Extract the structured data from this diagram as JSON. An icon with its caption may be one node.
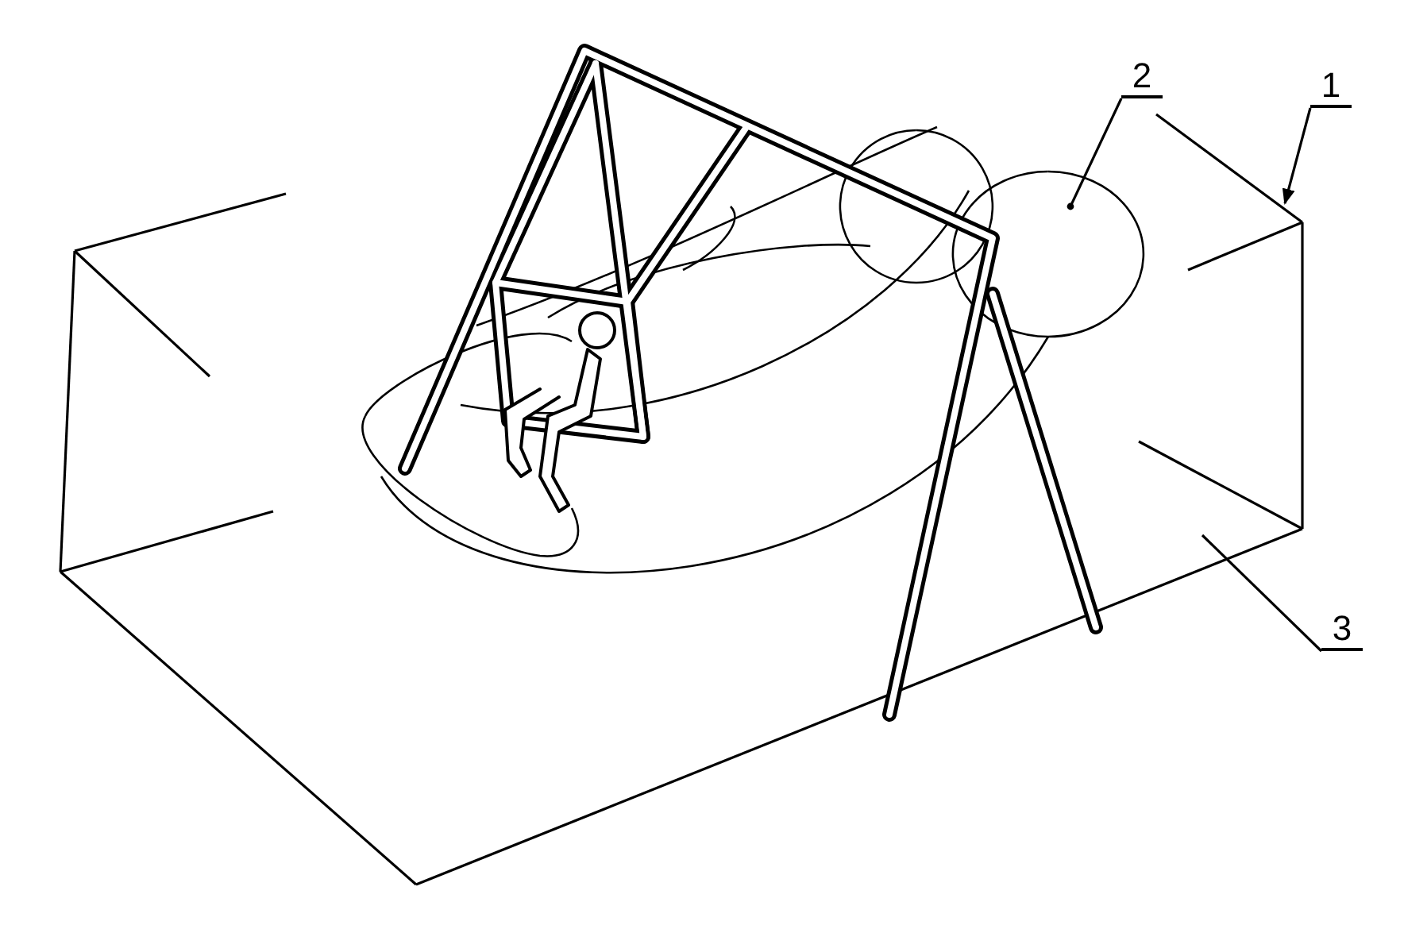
{
  "diagram": {
    "nodes": [
      {
        "text": [
          "1"
        ]
      },
      {
        "text": [
          "2"
        ]
      },
      {
        "text": [
          "3"
        ]
      },
      {
        "text": [],
        "shape": "box"
      },
      {
        "text": [],
        "shape": "cylinder",
        "in": 3
      }
    ],
    "edges": [
      {
        "from": 0,
        "to": 3,
        "arrow": "to"
      },
      {
        "from": 1,
        "to": 4,
        "arrow": "other"
      },
      {
        "from": 2,
        "to": 3,
        "arrow": "none"
      }
    ]
  }
}
